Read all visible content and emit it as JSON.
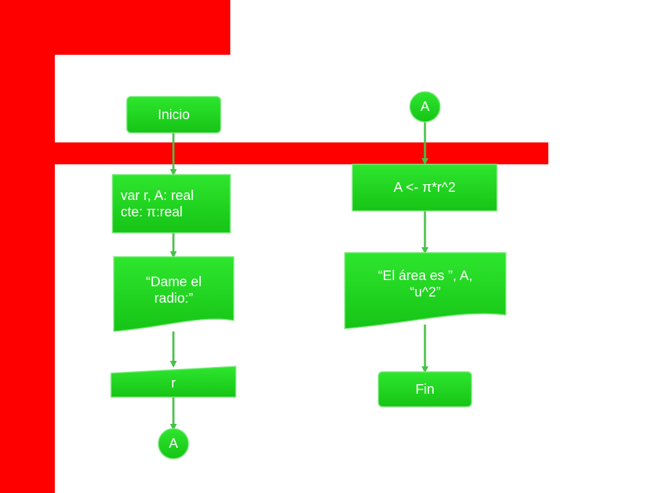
{
  "flowchart": {
    "start": {
      "label": "Inicio"
    },
    "declare": {
      "label": "var r, A: real\ncte: π:real"
    },
    "prompt": {
      "label": "“Dame el\nradio:”"
    },
    "input": {
      "label": "r"
    },
    "connector_out": {
      "label": "A"
    },
    "connector_in": {
      "label": "A"
    },
    "assign": {
      "label": "A <- π*r^2"
    },
    "output": {
      "label": "“El área es ”, A,\n“u^2”"
    },
    "end": {
      "label": "Fin"
    }
  },
  "colors": {
    "background_accent": "#ff0000",
    "node_fill": "#1ed21e",
    "node_border": "#7fe87f",
    "arrow": "#47c147",
    "text": "#ffffff"
  }
}
